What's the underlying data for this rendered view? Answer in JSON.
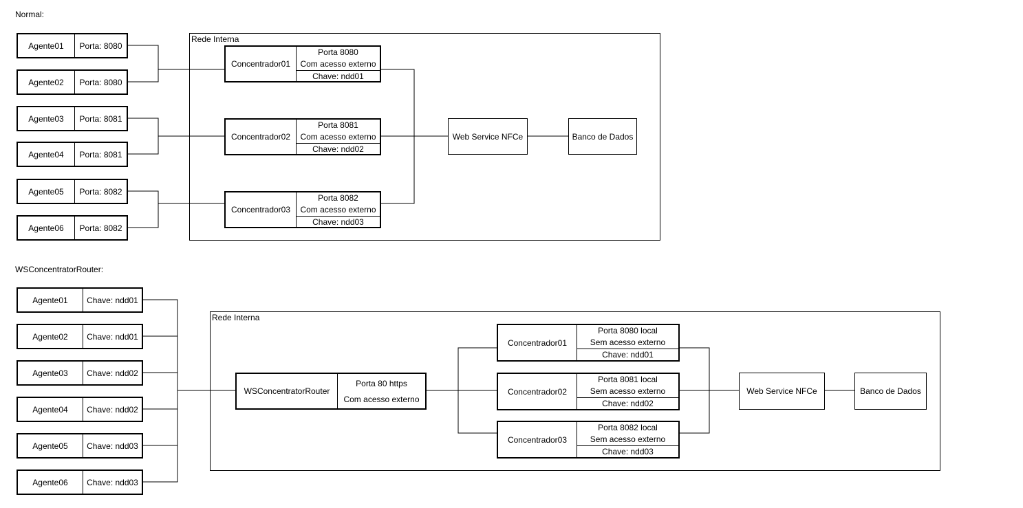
{
  "normal": {
    "title": "Normal:",
    "rede_label": "Rede Interna",
    "agents": [
      {
        "name": "Agente01",
        "port": "Porta: 8080"
      },
      {
        "name": "Agente02",
        "port": "Porta: 8080"
      },
      {
        "name": "Agente03",
        "port": "Porta: 8081"
      },
      {
        "name": "Agente04",
        "port": "Porta: 8081"
      },
      {
        "name": "Agente05",
        "port": "Porta: 8082"
      },
      {
        "name": "Agente06",
        "port": "Porta: 8082"
      }
    ],
    "concentrators": [
      {
        "name": "Concentrador01",
        "port": "Porta 8080",
        "access": "Com acesso externo",
        "key": "Chave: ndd01"
      },
      {
        "name": "Concentrador02",
        "port": "Porta 8081",
        "access": "Com acesso externo",
        "key": "Chave: ndd02"
      },
      {
        "name": "Concentrador03",
        "port": "Porta 8082",
        "access": "Com acesso externo",
        "key": "Chave: ndd03"
      }
    ],
    "webservice": "Web Service NFCe",
    "database": "Banco de Dados"
  },
  "router": {
    "title": "WSConcentratorRouter:",
    "rede_label": "Rede Interna",
    "agents": [
      {
        "name": "Agente01",
        "key": "Chave: ndd01"
      },
      {
        "name": "Agente02",
        "key": "Chave: ndd01"
      },
      {
        "name": "Agente03",
        "key": "Chave: ndd02"
      },
      {
        "name": "Agente04",
        "key": "Chave: ndd02"
      },
      {
        "name": "Agente05",
        "key": "Chave: ndd03"
      },
      {
        "name": "Agente06",
        "key": "Chave: ndd03"
      }
    ],
    "router_box": {
      "name": "WSConcentratorRouter",
      "port": "Porta 80 https",
      "access": "Com acesso externo"
    },
    "concentrators": [
      {
        "name": "Concentrador01",
        "port": "Porta 8080 local",
        "access": "Sem acesso externo",
        "key": "Chave: ndd01"
      },
      {
        "name": "Concentrador02",
        "port": "Porta 8081 local",
        "access": "Sem acesso externo",
        "key": "Chave: ndd02"
      },
      {
        "name": "Concentrador03",
        "port": "Porta 8082 local",
        "access": "Sem acesso externo",
        "key": "Chave: ndd03"
      }
    ],
    "webservice": "Web Service NFCe",
    "database": "Banco de Dados"
  }
}
